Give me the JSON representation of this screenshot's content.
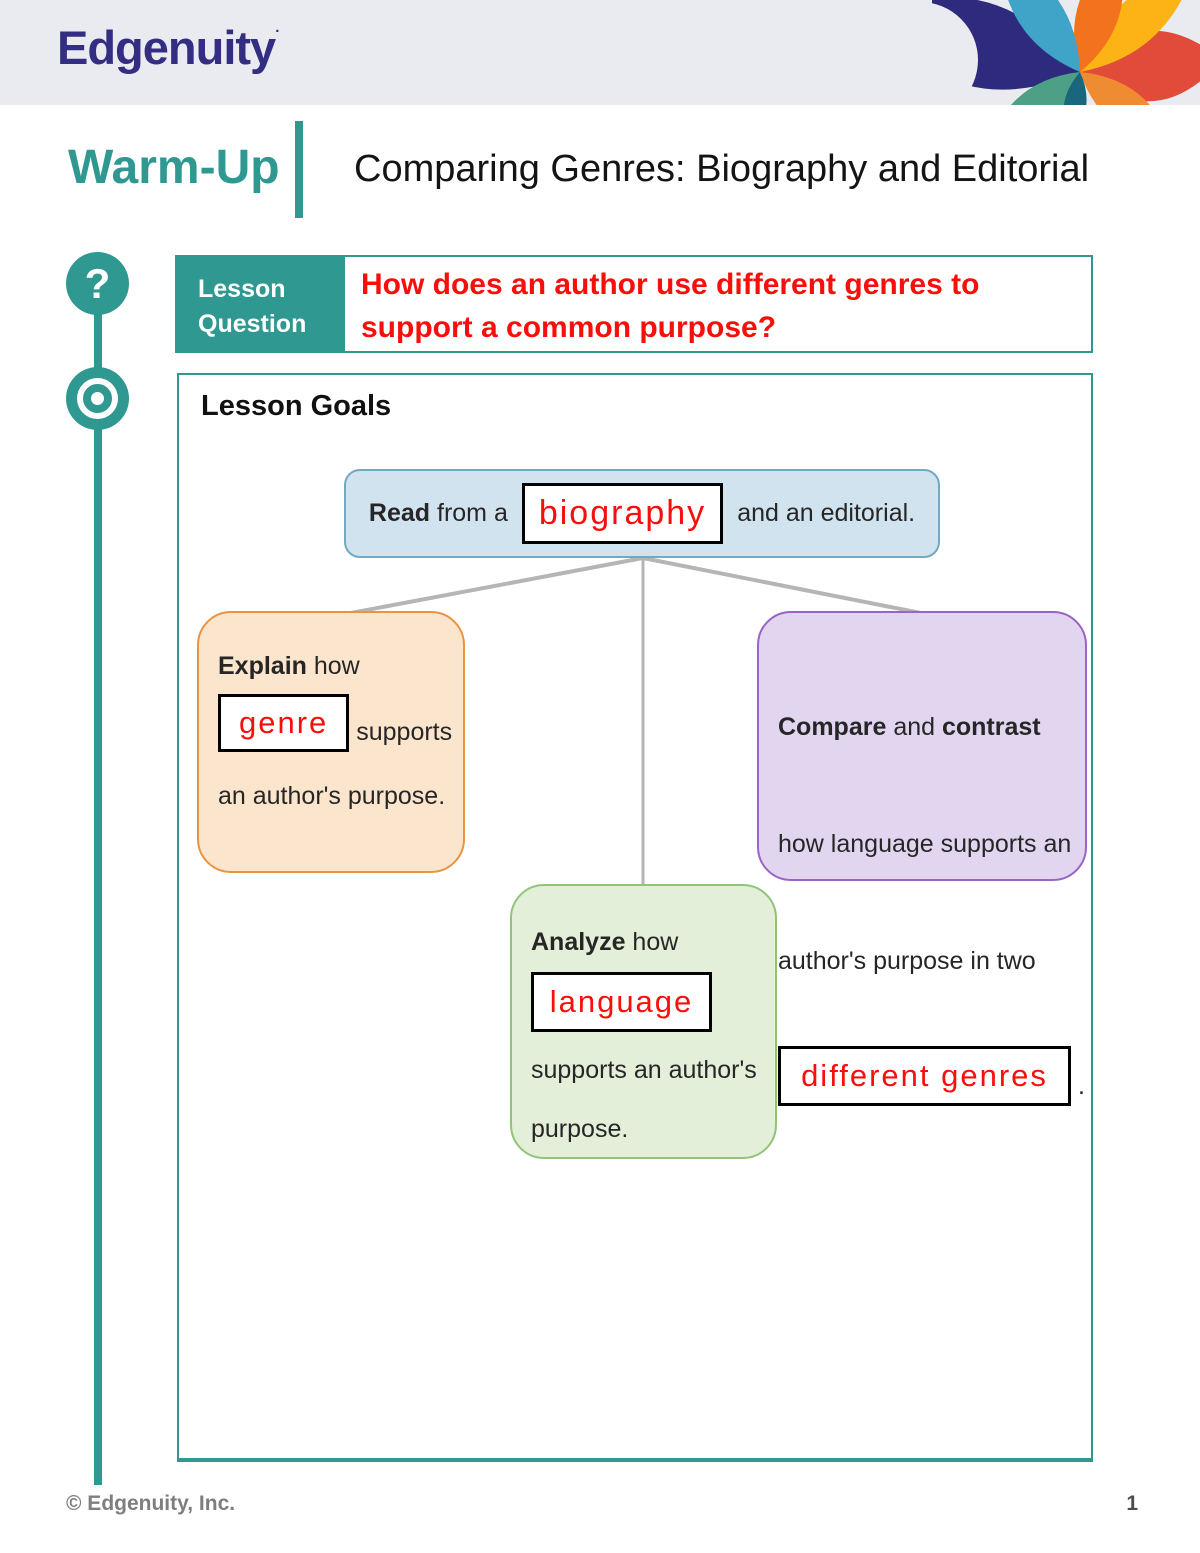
{
  "header": {
    "logo": "Edgenuity",
    "logo_mark": "·"
  },
  "masthead": {
    "kicker": "Warm-Up",
    "title": "Comparing Genres: Biography and Editorial"
  },
  "sidebar": {
    "question_glyph": "?"
  },
  "lesson_question": {
    "label_line1": "Lesson",
    "label_line2": "Question",
    "line1": "How does an author use different genres to",
    "line2": "support a common purpose?"
  },
  "goals": {
    "heading": "Lesson Goals",
    "read": {
      "bold": "Read",
      "mid": " from a",
      "answer": "biography",
      "tail": "and an editorial."
    },
    "explain": {
      "bold": "Explain",
      "rest": " how",
      "answer": "genre",
      "after": " supports",
      "line3": "an author's purpose."
    },
    "compare": {
      "bold1": "Compare",
      "mid": " and ",
      "bold2": "contrast",
      "line2": "how language supports an",
      "line3": "author's purpose in two",
      "answer": "different genres",
      "period": " ."
    },
    "analyze": {
      "bold": "Analyze",
      "rest": " how",
      "answer": "language",
      "line3": "supports an author's",
      "line4": "purpose."
    }
  },
  "footer": {
    "copyright": "© Edgenuity, Inc.",
    "page_number": "1"
  },
  "colors": {
    "teal": "#2f9890",
    "logo_indigo": "#332e82",
    "answer_red": "#f80f0b",
    "header_band": "#e9ebf1",
    "read_fill": "#d0e3ee",
    "read_border": "#74a9c1",
    "explain_fill": "#fce5cd",
    "explain_border": "#e89442",
    "compare_fill": "#e2d5ef",
    "compare_border": "#9a63c4",
    "analyze_fill": "#e3efd9",
    "analyze_border": "#90c47a",
    "connector_gray": "#b5b5b5"
  }
}
